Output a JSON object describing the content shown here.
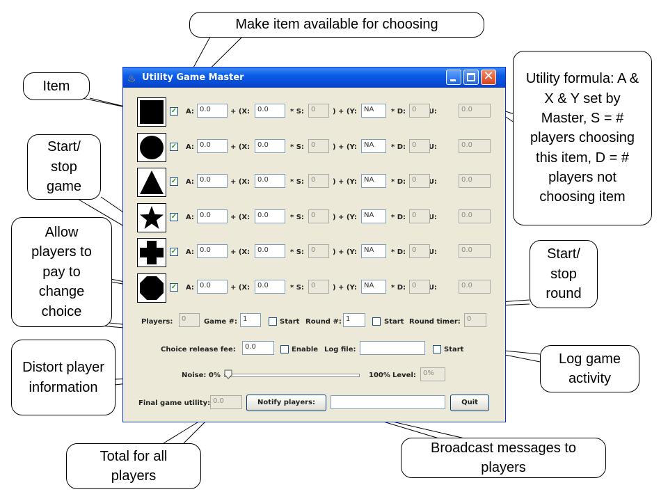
{
  "callouts": {
    "make_available": "Make item available for choosing",
    "item": "Item",
    "start_stop_game": "Start/ stop game",
    "utility_formula": "Utility formula: A & X & Y set by Master, S = # players choosing this item, D = # players not choosing item",
    "allow_pay": "Allow players to pay to change choice",
    "start_stop_round": "Start/ stop round",
    "distort": "Distort player information",
    "log_activity": "Log game activity",
    "total_players": "Total for all players",
    "broadcast": "Broadcast messages to players"
  },
  "window": {
    "title": "Utility Game Master",
    "labels": {
      "a": "A:",
      "x": "+ (X:",
      "s": "* S:",
      "y": ") + (Y:",
      "d": "* D:",
      "u": ") = U:"
    },
    "items": [
      {
        "shape": "square-icon",
        "checked": true,
        "a": "0.0",
        "x": "0.0",
        "s": "0",
        "y": "NA",
        "d": "0",
        "u": "0.0"
      },
      {
        "shape": "circle-icon",
        "checked": true,
        "a": "0.0",
        "x": "0.0",
        "s": "0",
        "y": "NA",
        "d": "0",
        "u": "0.0"
      },
      {
        "shape": "triangle-icon",
        "checked": true,
        "a": "0.0",
        "x": "0.0",
        "s": "0",
        "y": "NA",
        "d": "0",
        "u": "0.0"
      },
      {
        "shape": "star-icon",
        "checked": true,
        "a": "0.0",
        "x": "0.0",
        "s": "0",
        "y": "NA",
        "d": "0",
        "u": "0.0"
      },
      {
        "shape": "cross-icon",
        "checked": true,
        "a": "0.0",
        "x": "0.0",
        "s": "0",
        "y": "NA",
        "d": "0",
        "u": "0.0"
      },
      {
        "shape": "octagon-icon",
        "checked": true,
        "a": "0.0",
        "x": "0.0",
        "s": "0",
        "y": "NA",
        "d": "0",
        "u": "0.0"
      }
    ],
    "players_label": "Players:",
    "players_value": "0",
    "game_label": "Game #:",
    "game_value": "1",
    "start_game_label": "Start",
    "round_label": "Round #:",
    "round_value": "1",
    "start_round_label": "Start",
    "round_timer_label": "Round timer:",
    "round_timer_value": "0",
    "fee_label": "Choice release fee:",
    "fee_value": "0.0",
    "enable_label": "Enable",
    "log_label": "Log file:",
    "log_value": "",
    "log_start_label": "Start",
    "noise_label": "Noise: 0%",
    "noise_max_label": "100%",
    "noise_level": 0,
    "level_label": "Level:",
    "level_value": "0%",
    "final_utility_label": "Final game utility:",
    "final_utility_value": "0.0",
    "notify_button": "Notify players:",
    "notify_value": "",
    "quit_button": "Quit"
  },
  "colors": {
    "titlebar": "#0a5ce8",
    "window_bg": "#ece9d8",
    "checkmark": "#21a121"
  }
}
